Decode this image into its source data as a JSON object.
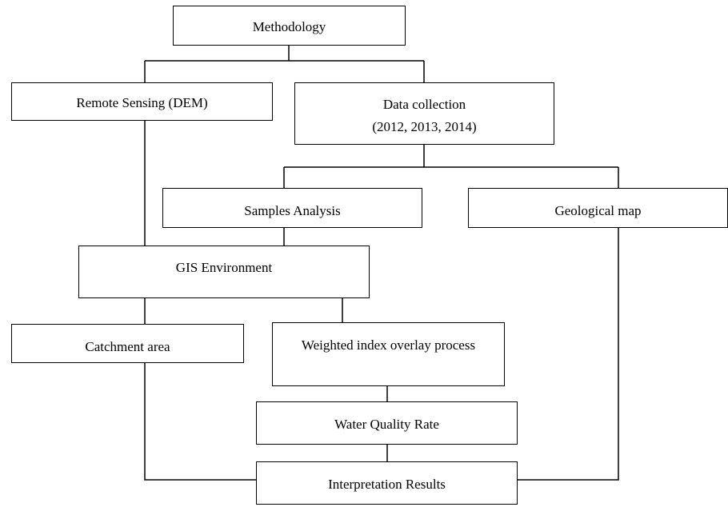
{
  "diagram": {
    "nodes": {
      "methodology": "Methodology",
      "remote_sensing": "Remote Sensing (DEM)",
      "data_collection": "Data collection",
      "data_collection_years": "(2012, 2013, 2014)",
      "samples_analysis": "Samples Analysis",
      "geological_map": "Geological map",
      "gis_environment": "GIS Environment",
      "catchment_area": "Catchment area",
      "weighted_overlay": "Weighted index overlay process",
      "water_quality_rate": "Water Quality Rate",
      "interpretation_results": "Interpretation Results"
    }
  }
}
